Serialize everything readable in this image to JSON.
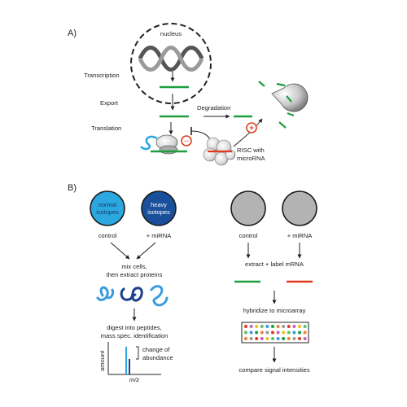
{
  "panel_a": {
    "label": "A)",
    "nucleus": "nucleus",
    "transcription": "Transcription",
    "export": "Export",
    "translation": "Translation",
    "degradation": "Degradation",
    "risc_line1": "RISC with",
    "risc_line2": "microRNA",
    "minus": "−",
    "plus": "+"
  },
  "panel_b": {
    "label": "B)",
    "proteomics": {
      "normal_line1": "normal",
      "normal_line2": "isotopes",
      "heavy_line1": "heavy",
      "heavy_line2": "isotopes",
      "control": "control",
      "mirna": "+ miRNA",
      "mix_line1": "mix cells,",
      "mix_line2": "then extract proteins",
      "digest_line1": "digest into peptides,",
      "digest_line2": "mass spec. identification",
      "change_line1": "change of",
      "change_line2": "abundance",
      "amount": "amount",
      "mz": "m/z"
    },
    "transcriptomics": {
      "control": "control",
      "mirna": "+ miRNA",
      "extract": "extract + label mRNA",
      "hybridize": "hybridize to microarray",
      "compare": "compare signal intensities"
    }
  },
  "colors": {
    "mrna_green": "#1e9e3e",
    "mrna_red": "#e03a1e",
    "normal_blue": "#2ba8e0",
    "heavy_blue": "#1a4f9c",
    "peptide_light": "#3a9be0",
    "peptide_dark": "#1b3f8a",
    "gray_cell": "#b3b3b3",
    "inhibit_red": "#e04020"
  }
}
